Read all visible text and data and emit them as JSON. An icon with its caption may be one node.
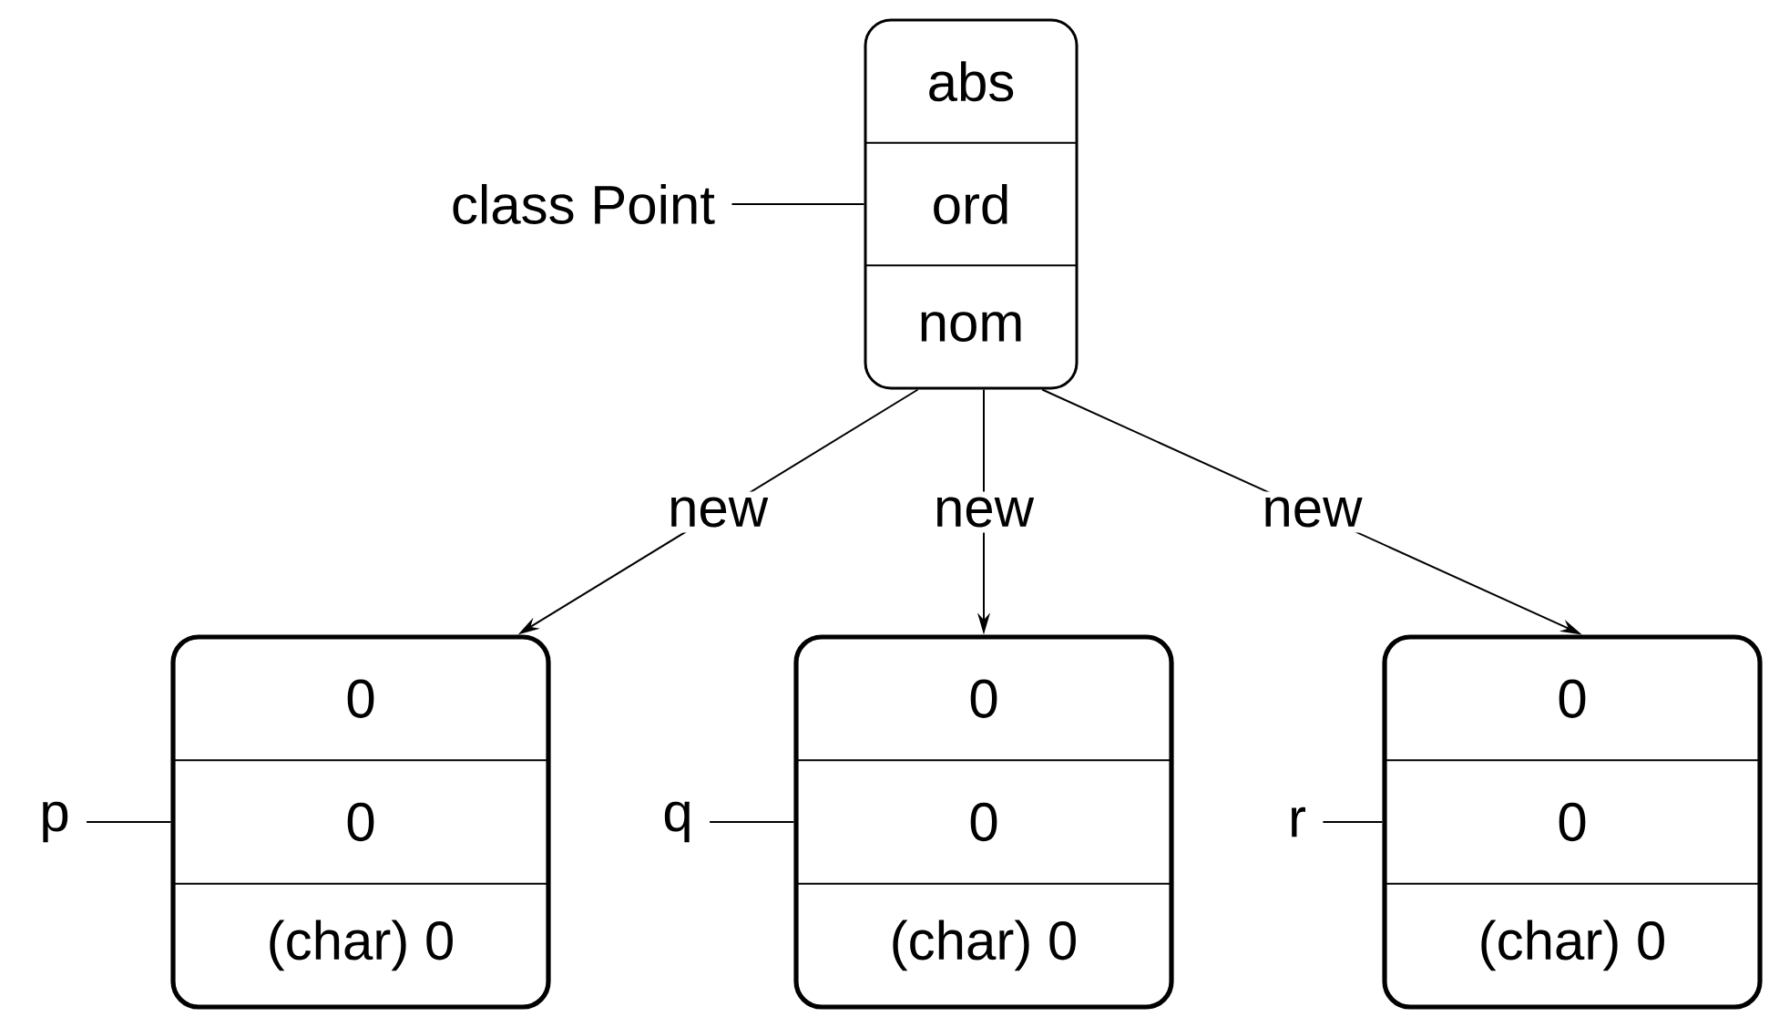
{
  "diagram": {
    "nodes": [
      {
        "text": [
          "class Point"
        ]
      },
      {
        "text": [
          "abs",
          "ord",
          "nom"
        ]
      },
      {
        "text": [
          "p"
        ]
      },
      {
        "text": [
          "0",
          "0",
          "(char) 0"
        ]
      },
      {
        "text": [
          "q"
        ]
      },
      {
        "text": [
          "0",
          "0",
          "(char) 0"
        ]
      },
      {
        "text": [
          "r"
        ]
      },
      {
        "text": [
          "0",
          "0",
          "(char) 0"
        ]
      }
    ],
    "edges": [
      {
        "from": 0,
        "to": 1,
        "arrow": "none"
      },
      {
        "from": 1,
        "to": 3,
        "arrow": "to",
        "label": "new"
      },
      {
        "from": 1,
        "to": 5,
        "arrow": "to",
        "label": "new"
      },
      {
        "from": 1,
        "to": 7,
        "arrow": "to",
        "label": "new"
      },
      {
        "from": 2,
        "to": 3,
        "arrow": "none"
      },
      {
        "from": 4,
        "to": 5,
        "arrow": "none"
      },
      {
        "from": 6,
        "to": 7,
        "arrow": "none"
      }
    ]
  }
}
